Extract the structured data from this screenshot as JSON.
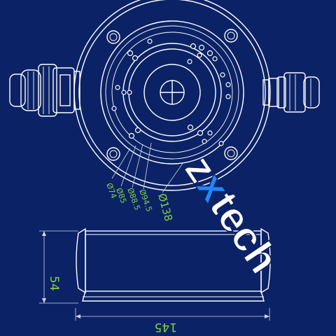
{
  "dimensions": {
    "diameters": [
      "Ø74",
      "Ø85",
      "Ø88.5",
      "Ø94.5",
      "Ø138"
    ],
    "height": "54",
    "width": "145"
  },
  "brand": {
    "logo_text": "zxtech",
    "logo_colors": {
      "z": "#ffffff",
      "x": "#1e88ff",
      "rest": "#ffffff"
    }
  },
  "colors": {
    "background": "#0b2266",
    "lines": "#ffffff",
    "dimension_text": "#7fd14a"
  }
}
